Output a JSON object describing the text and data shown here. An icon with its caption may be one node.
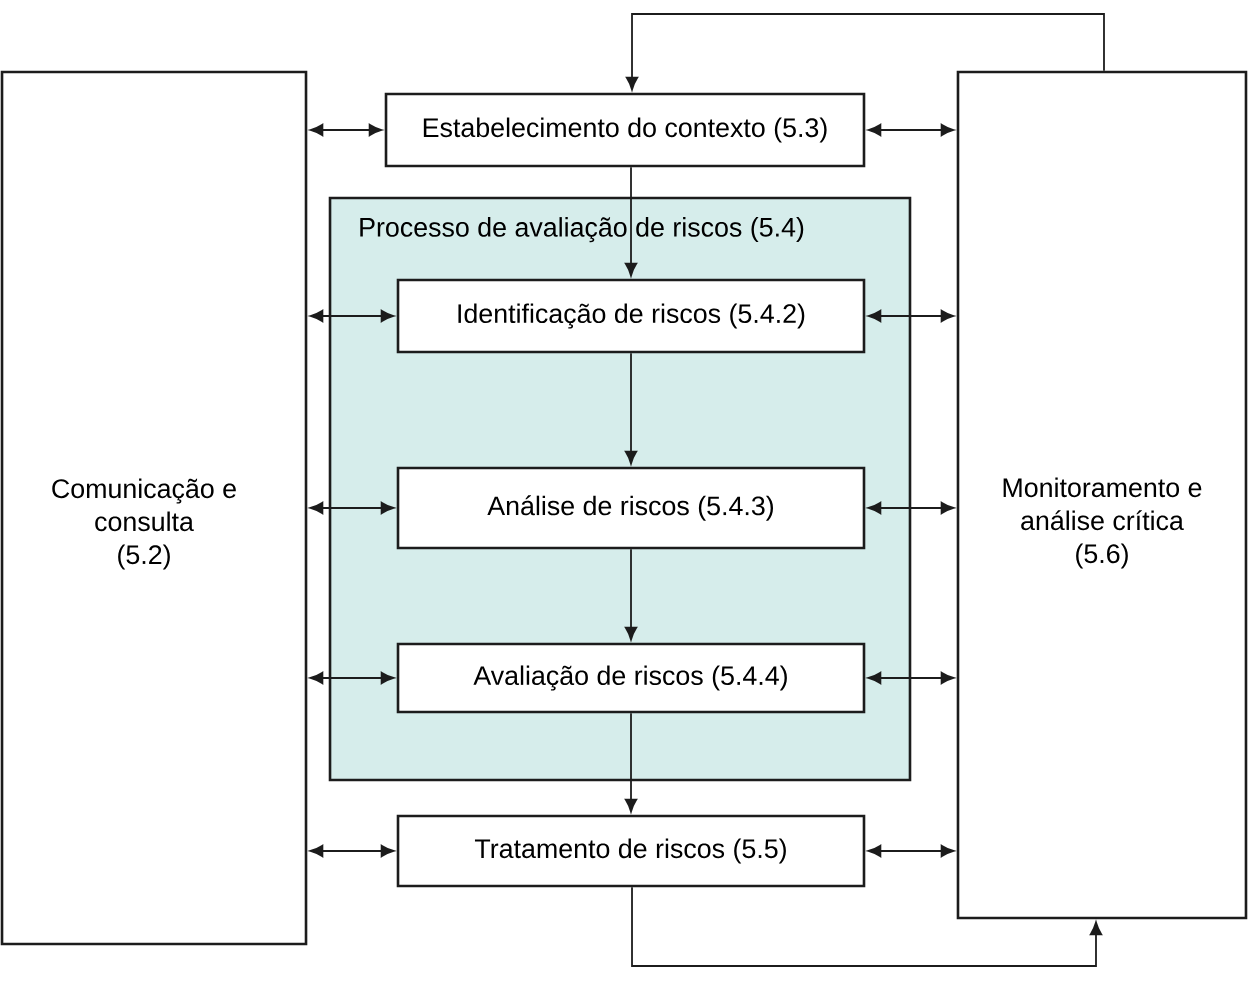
{
  "diagram": {
    "nodes": [
      {
        "text": [
          "Comunicação e consulta (5.2)"
        ]
      },
      {
        "text": [
          "Estabelecimento do contexto (5.3)"
        ]
      },
      {
        "text": [
          "Processo de avaliação de riscos (5.4)"
        ]
      },
      {
        "text": [
          "Identificação de riscos (5.4.2)"
        ],
        "in": 2
      },
      {
        "text": [
          "Análise de riscos (5.4.3)"
        ],
        "in": 2
      },
      {
        "text": [
          "Avaliação de riscos (5.4.4)"
        ],
        "in": 2
      },
      {
        "text": [
          "Tratamento de riscos (5.5)"
        ]
      },
      {
        "text": [
          "Monitoramento e análise crítica (5.6)"
        ]
      }
    ],
    "edges": [
      {
        "from": 0,
        "to": 1,
        "arrow": "both"
      },
      {
        "from": 1,
        "to": 7,
        "arrow": "both"
      },
      {
        "from": 7,
        "to": 1,
        "arrow": "to"
      },
      {
        "from": 1,
        "to": 3,
        "arrow": "to"
      },
      {
        "from": 0,
        "to": 3,
        "arrow": "both"
      },
      {
        "from": 3,
        "to": 7,
        "arrow": "both"
      },
      {
        "from": 3,
        "to": 4,
        "arrow": "to"
      },
      {
        "from": 0,
        "to": 4,
        "arrow": "both"
      },
      {
        "from": 4,
        "to": 7,
        "arrow": "both"
      },
      {
        "from": 4,
        "to": 5,
        "arrow": "to"
      },
      {
        "from": 0,
        "to": 5,
        "arrow": "both"
      },
      {
        "from": 5,
        "to": 7,
        "arrow": "both"
      },
      {
        "from": 5,
        "to": 6,
        "arrow": "to"
      },
      {
        "from": 0,
        "to": 6,
        "arrow": "both"
      },
      {
        "from": 6,
        "to": 7,
        "arrow": "both"
      },
      {
        "from": 6,
        "to": 7,
        "arrow": "to"
      }
    ]
  }
}
